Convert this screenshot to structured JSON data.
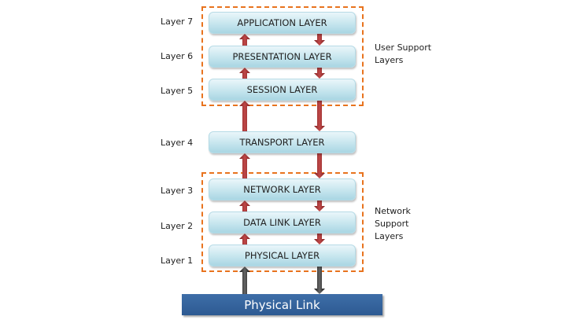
{
  "layers": [
    {
      "num": "Layer 7",
      "name": "APPLICATION LAYER"
    },
    {
      "num": "Layer 6",
      "name": "PRESENTATION LAYER"
    },
    {
      "num": "Layer 5",
      "name": "SESSION LAYER"
    },
    {
      "num": "Layer 4",
      "name": "TRANSPORT LAYER"
    },
    {
      "num": "Layer 3",
      "name": "NETWORK LAYER"
    },
    {
      "num": "Layer 2",
      "name": "DATA LINK LAYER"
    },
    {
      "num": "Layer 1",
      "name": "PHYSICAL LAYER"
    }
  ],
  "groups": {
    "user_support": "User Support Layers",
    "user_support_lines": [
      "User Support",
      "Layers"
    ],
    "network_support_lines": [
      "Network",
      "Support",
      "Layers"
    ]
  },
  "physical_link": "Physical Link",
  "colors": {
    "group_border": "#e8731e",
    "arrow_red": "#a93535",
    "arrow_dark": "#333333",
    "link_blue": "#2d5a92"
  }
}
